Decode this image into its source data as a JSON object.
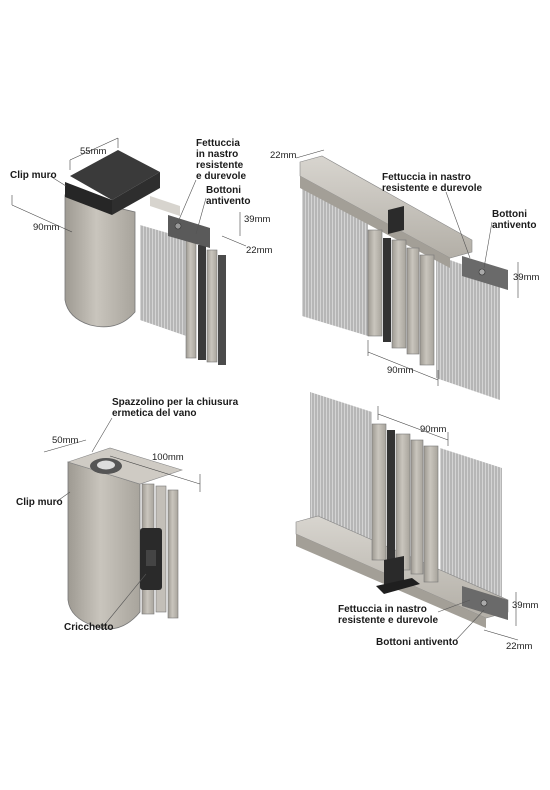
{
  "top_left": {
    "dim_width": "55mm",
    "dim_depth": "90mm",
    "dim_h39": "39mm",
    "dim_h22": "22mm",
    "label_clip": "Clip muro",
    "label_fettuccia": [
      "Fettuccia",
      "in nastro",
      "resistente",
      "e durevole"
    ],
    "label_bottoni": [
      "Bottoni",
      "antivento"
    ]
  },
  "top_right": {
    "dim_22": "22mm",
    "dim_39": "39mm",
    "dim_90": "90mm",
    "label_fettuccia": [
      "Fettuccia in nastro",
      "resistente e durevole"
    ],
    "label_bottoni": [
      "Bottoni",
      "antivento"
    ]
  },
  "bottom_left": {
    "dim_50": "50mm",
    "dim_100": "100mm",
    "label_spazzolino": [
      "Spazzolino per la chiusura",
      "ermetica del vano"
    ],
    "label_clip": "Clip muro",
    "label_cricchetto": "Cricchetto"
  },
  "bottom_right": {
    "dim_90": "90mm",
    "dim_39": "39mm",
    "dim_22": "22mm",
    "label_fettuccia": [
      "Fettuccia in nastro",
      "resistente e durevole"
    ],
    "label_bottoni": "Bottoni antivento"
  },
  "colors": {
    "aluminium": "#b9b5ad",
    "aluminium_dark": "#8a867e",
    "black_part": "#2b2b2b",
    "mesh": "#9c9c9c",
    "leader": "#555555"
  }
}
